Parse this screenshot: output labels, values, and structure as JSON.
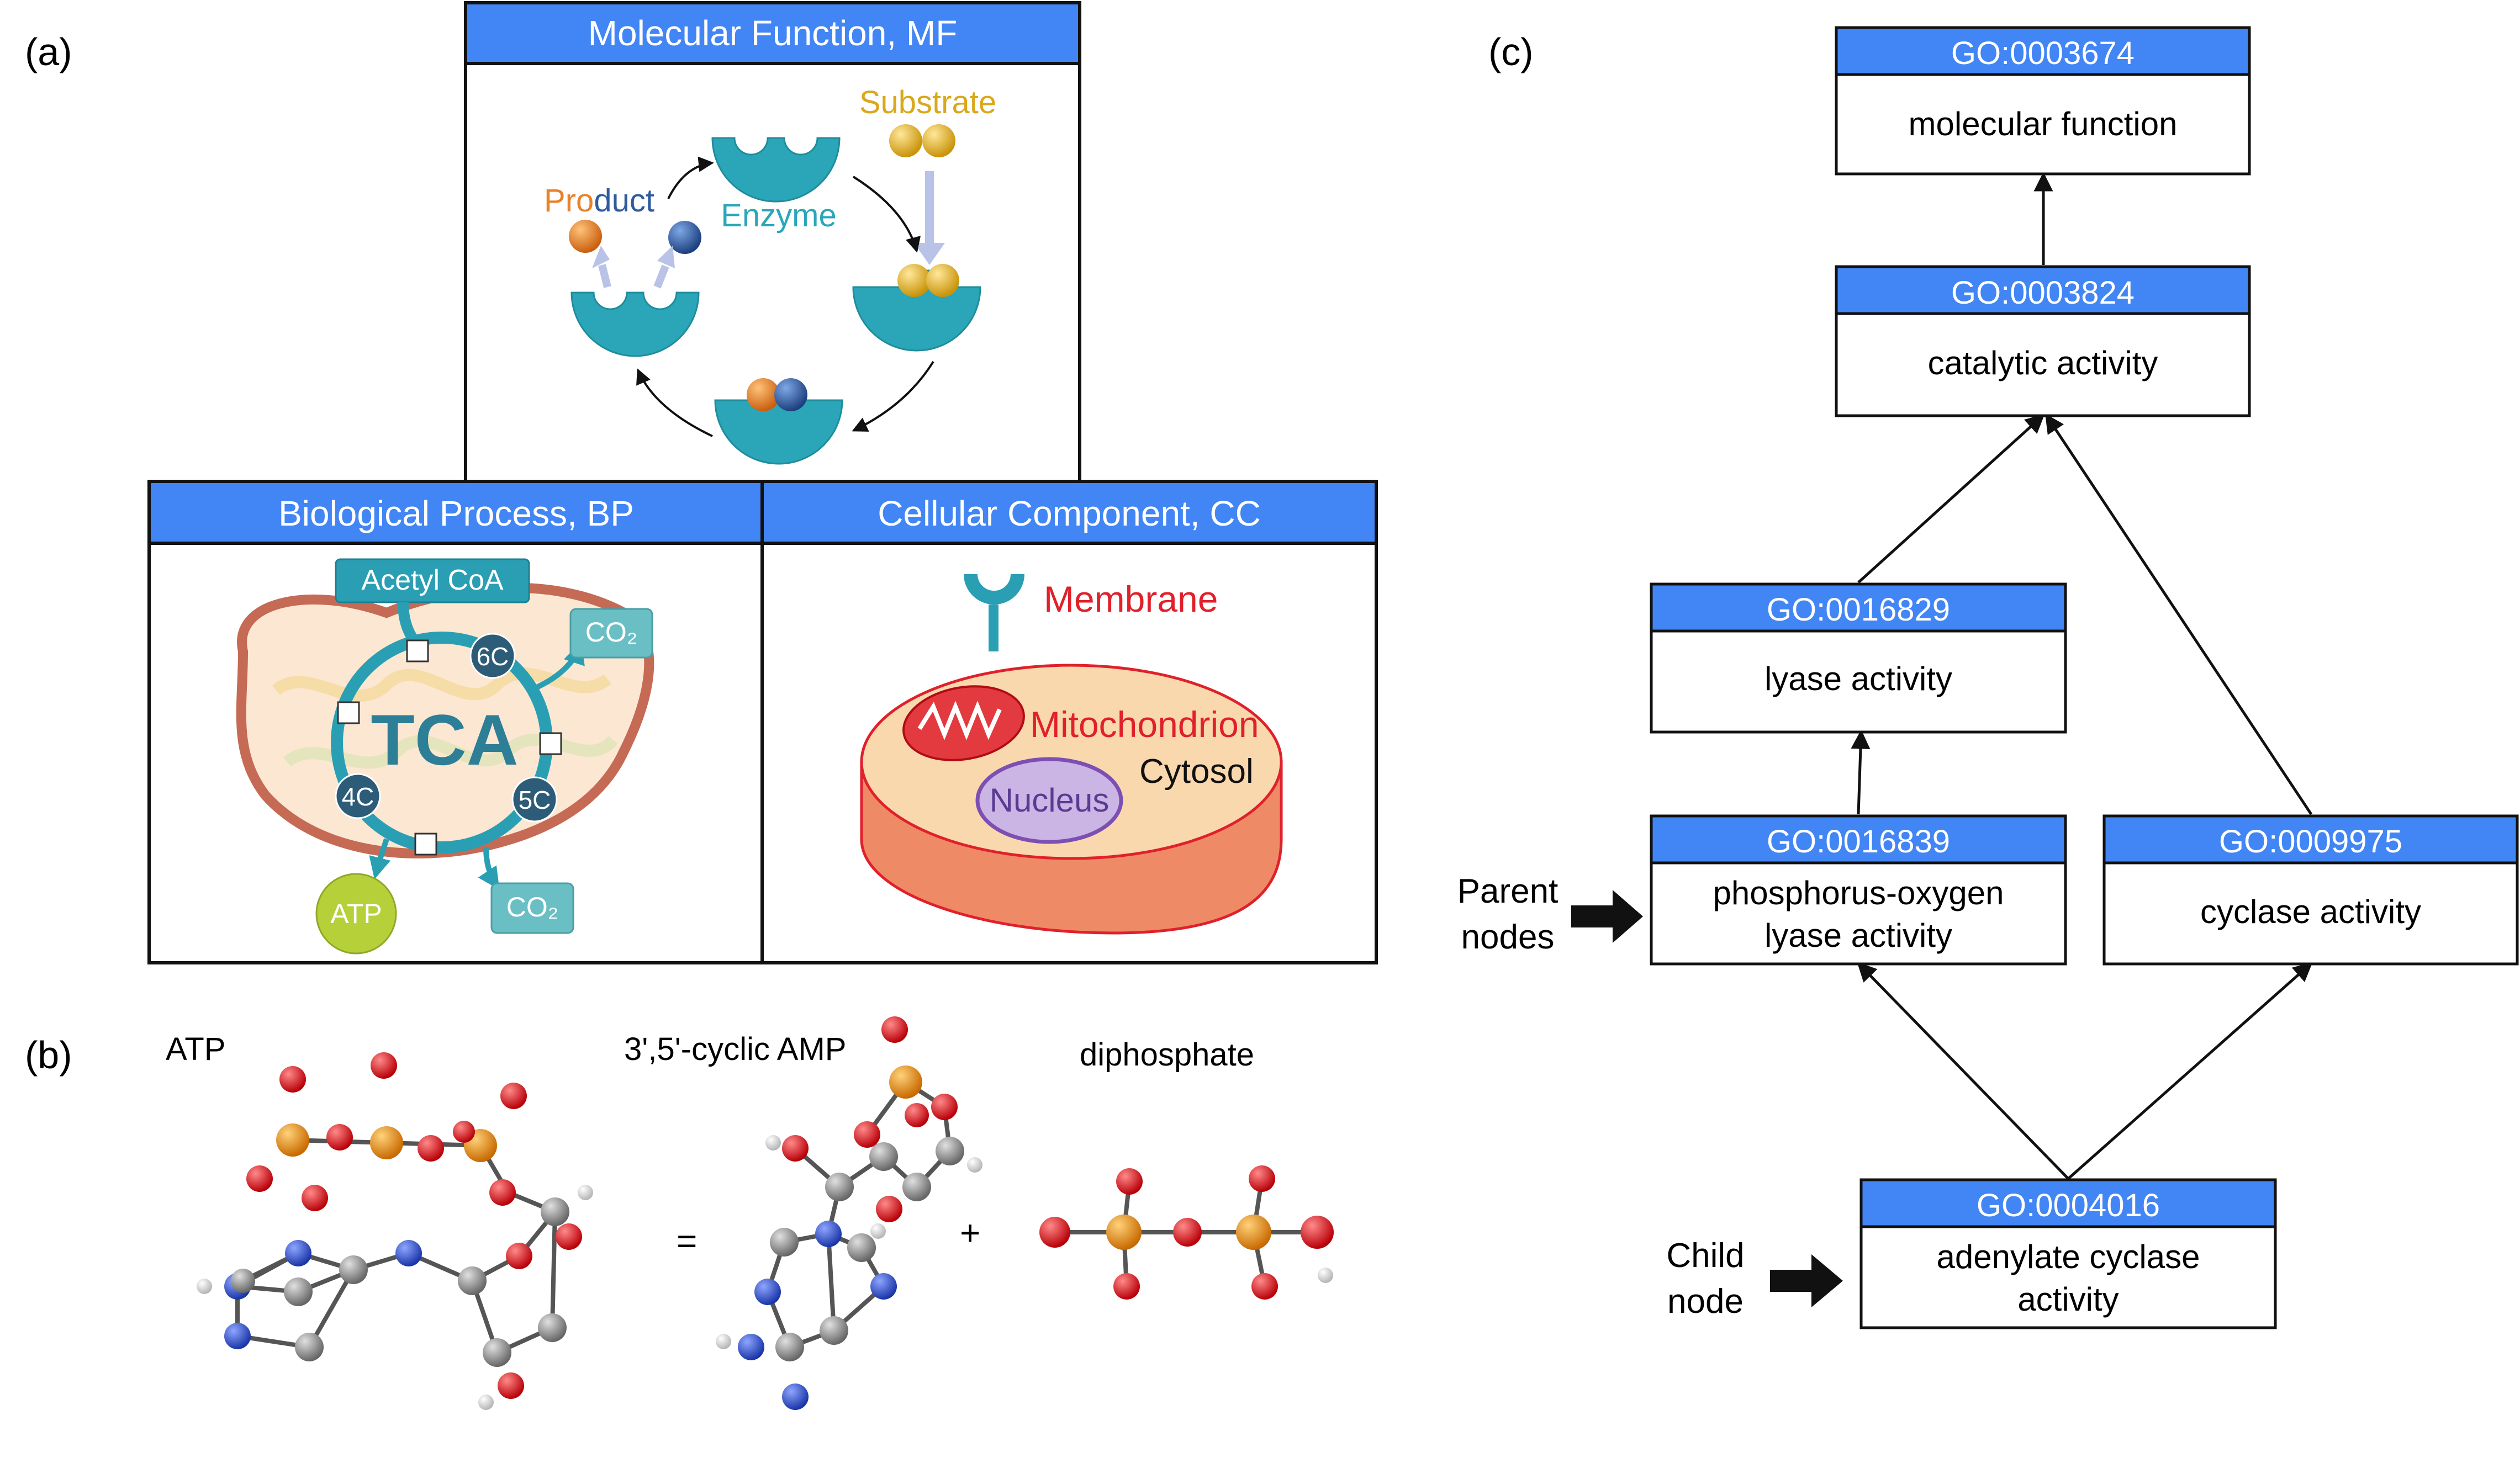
{
  "panels": {
    "a_label": "(a)",
    "b_label": "(b)",
    "c_label": "(c)"
  },
  "colors": {
    "header_blue": "#4285f4",
    "enzyme_teal": "#2aa6b8",
    "substrate_gold": "#e3b21c",
    "product_orange": "#e8822a",
    "product_blue": "#2e5c9e",
    "membrane_red": "#e0202a",
    "cell_fill": "#f9d8ae",
    "atom_red": "#e8141a",
    "atom_orange": "#f29111",
    "atom_gray": "#8c8c8c",
    "atom_blue": "#2d4fd0"
  },
  "mf": {
    "title": "Molecular Function, MF",
    "substrate": "Substrate",
    "enzyme": "Enzyme",
    "product_pro": "Pro",
    "product_duct": "duct"
  },
  "bp": {
    "title": "Biological Process, BP",
    "acetyl": "Acetyl  CoA",
    "tca": "TCA",
    "c6": "6C",
    "c5": "5C",
    "c4": "4C",
    "co2_top": "CO₂",
    "co2_bottom": "CO₂",
    "atp": "ATP"
  },
  "cc": {
    "title": "Cellular Component, CC",
    "membrane": "Membrane",
    "mitochondrion": "Mitochondrion",
    "cytosol": "Cytosol",
    "nucleus": "Nucleus"
  },
  "molecules": {
    "atp": "ATP",
    "camp": "3',5'-cyclic AMP",
    "diphosphate": "diphosphate",
    "equals": "=",
    "plus": "+"
  },
  "go_nodes": [
    {
      "id": "GO:0003674",
      "line1": "molecular function",
      "line2": ""
    },
    {
      "id": "GO:0003824",
      "line1": "catalytic activity",
      "line2": ""
    },
    {
      "id": "GO:0016829",
      "line1": "lyase activity",
      "line2": ""
    },
    {
      "id": "GO:0016839",
      "line1": "phosphorus-oxygen",
      "line2": "lyase activity"
    },
    {
      "id": "GO:0009975",
      "line1": "cyclase activity",
      "line2": ""
    },
    {
      "id": "GO:0004016",
      "line1": "adenylate cyclase",
      "line2": "activity"
    }
  ],
  "callouts": {
    "parent_line1": "Parent",
    "parent_line2": "nodes",
    "child_line1": "Child",
    "child_line2": "node"
  }
}
